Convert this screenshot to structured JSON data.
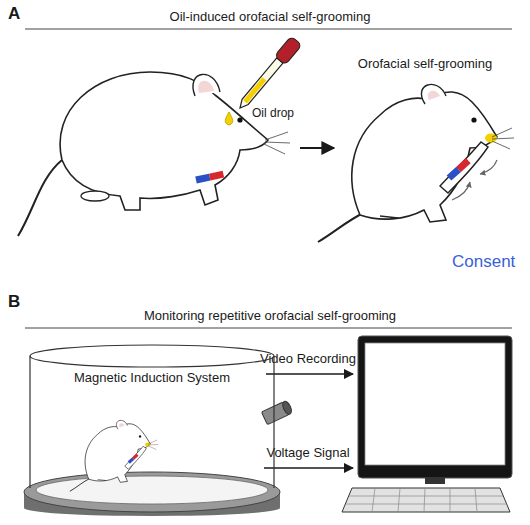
{
  "diagram": {
    "nodes": [
      {
        "text": [
          "Magnetic Induction System"
        ]
      }
    ],
    "labels": [
      "A",
      "Oil-induced orofacial self-grooming",
      "Oil drop",
      "Orofacial self-grooming",
      "Consent",
      "B",
      "Monitoring repetitive orofacial self-grooming",
      "Video Recording",
      "Voltage Signal"
    ]
  }
}
